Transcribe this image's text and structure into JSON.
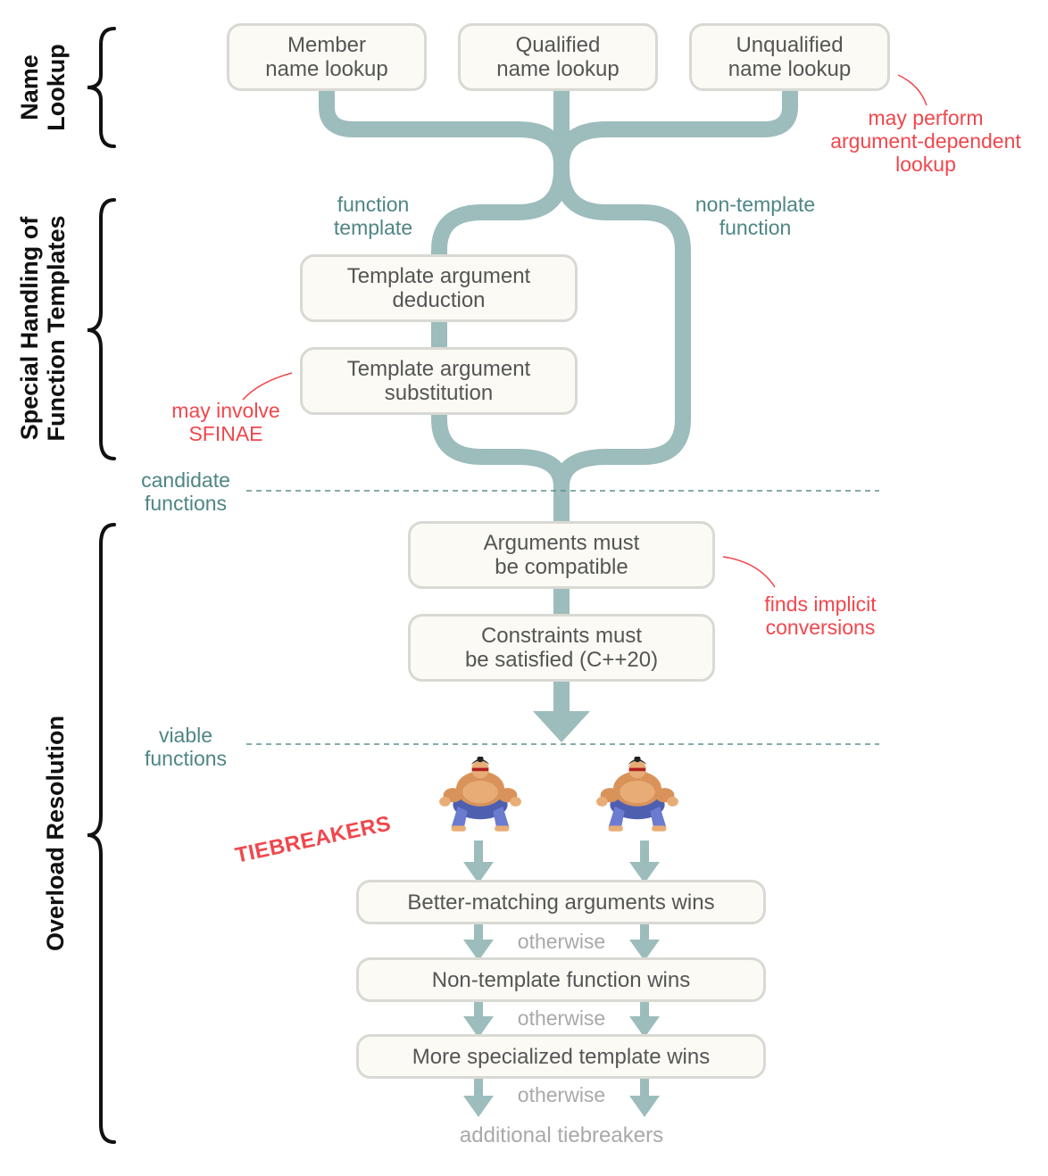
{
  "sections": {
    "name_lookup": "Name\nLookup",
    "special_handling": "Special Handling of\nFunction Templates",
    "overload_resolution": "Overload Resolution"
  },
  "nodes": {
    "member_lookup": "Member\nname lookup",
    "qualified_lookup": "Qualified\nname lookup",
    "unqualified_lookup": "Unqualified\nname lookup",
    "template_deduction": "Template argument\ndeduction",
    "template_substitution": "Template argument\nsubstitution",
    "args_compatible": "Arguments must\nbe compatible",
    "constraints_satisfied": "Constraints must\nbe satisfied (C++20)",
    "better_matching": "Better-matching arguments wins",
    "non_template_wins": "Non-template function wins",
    "more_specialized": "More specialized template wins"
  },
  "branch_labels": {
    "function_template": "function\ntemplate",
    "non_template_function": "non-template\nfunction"
  },
  "stage_labels": {
    "candidate_functions": "candidate\nfunctions",
    "viable_functions": "viable\nfunctions"
  },
  "annotations": {
    "adl": "may perform\nargument-dependent\nlookup",
    "sfinae": "may involve\nSFINAE",
    "implicit_conversions": "finds implicit\nconversions"
  },
  "tiebreakers_title": "TIEBREAKERS",
  "otherwise": [
    "otherwise",
    "otherwise",
    "otherwise"
  ],
  "additional": "additional tiebreakers",
  "colors": {
    "flow": "#9dbcbc",
    "teal_text": "#4f8585",
    "red_text": "#f0474d",
    "gray_text": "#a9a9a9",
    "node_fill": "#fbfaf4",
    "node_border": "#d9d9d4"
  },
  "icons": [
    "sumo-wrestler-icon",
    "sumo-wrestler-icon"
  ]
}
